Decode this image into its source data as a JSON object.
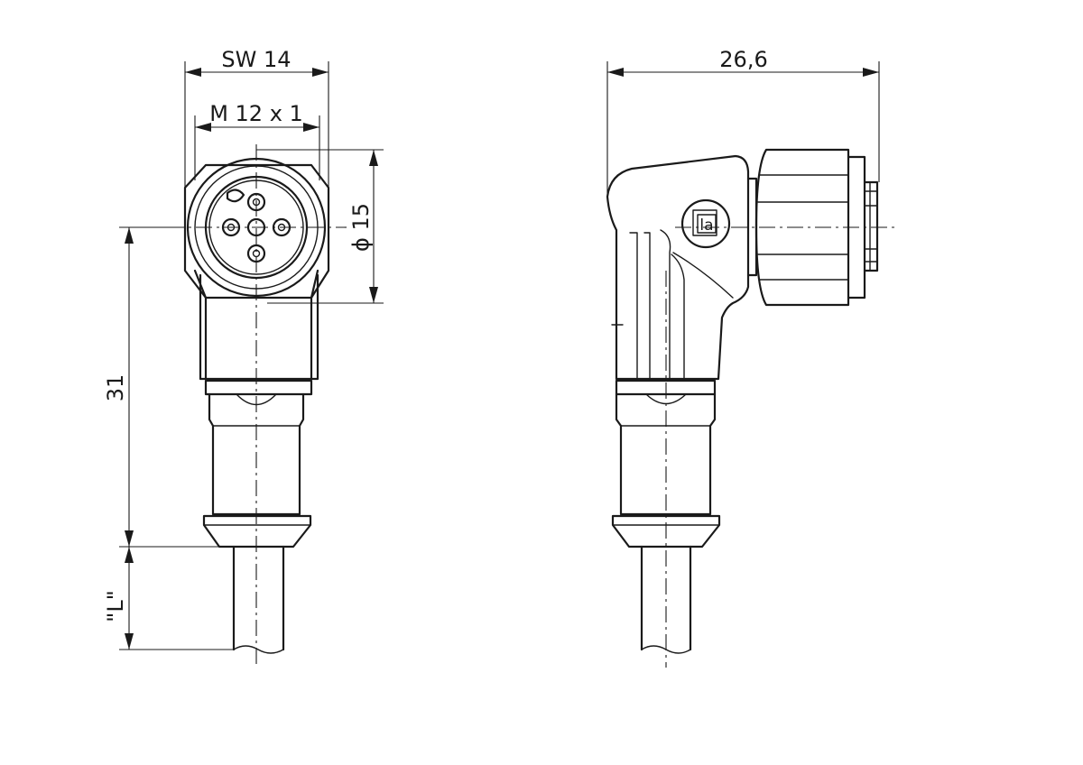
{
  "dimensions": {
    "hex_width": "SW  14",
    "thread": "M  12  x 1",
    "diameter": "ϕ  15",
    "length_31": "31",
    "cable_length": "\"L\"",
    "overall_depth": "26,6"
  },
  "logo": {
    "icon": "lapp-logo-icon",
    "letters": "la"
  }
}
